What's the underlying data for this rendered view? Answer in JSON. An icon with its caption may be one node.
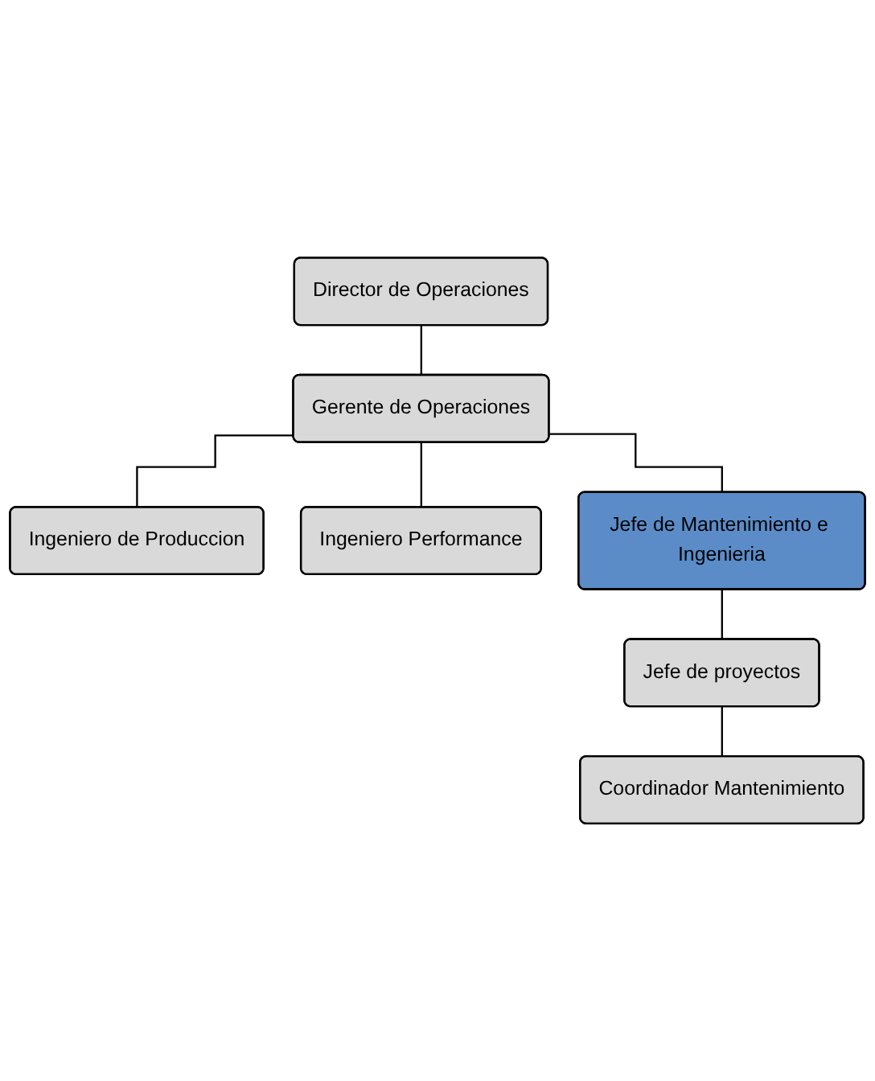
{
  "diagram": {
    "nodes": [
      {
        "text": [
          "Director de Operaciones"
        ]
      },
      {
        "text": [
          "Gerente de Operaciones"
        ]
      },
      {
        "text": [
          "Ingeniero de Produccion"
        ]
      },
      {
        "text": [
          "Ingeniero Performance"
        ]
      },
      {
        "text": [
          "Jefe de Mantenimiento e Ingenieria"
        ]
      },
      {
        "text": [
          "Jefe de proyectos"
        ]
      },
      {
        "text": [
          "Coordinador Mantenimiento"
        ]
      }
    ],
    "edges": [
      {
        "from": 0,
        "to": 1,
        "arrow": "none"
      },
      {
        "from": 1,
        "to": 2,
        "arrow": "none"
      },
      {
        "from": 1,
        "to": 3,
        "arrow": "none"
      },
      {
        "from": 1,
        "to": 4,
        "arrow": "none"
      },
      {
        "from": 4,
        "to": 5,
        "arrow": "none"
      },
      {
        "from": 5,
        "to": 6,
        "arrow": "none"
      }
    ]
  }
}
